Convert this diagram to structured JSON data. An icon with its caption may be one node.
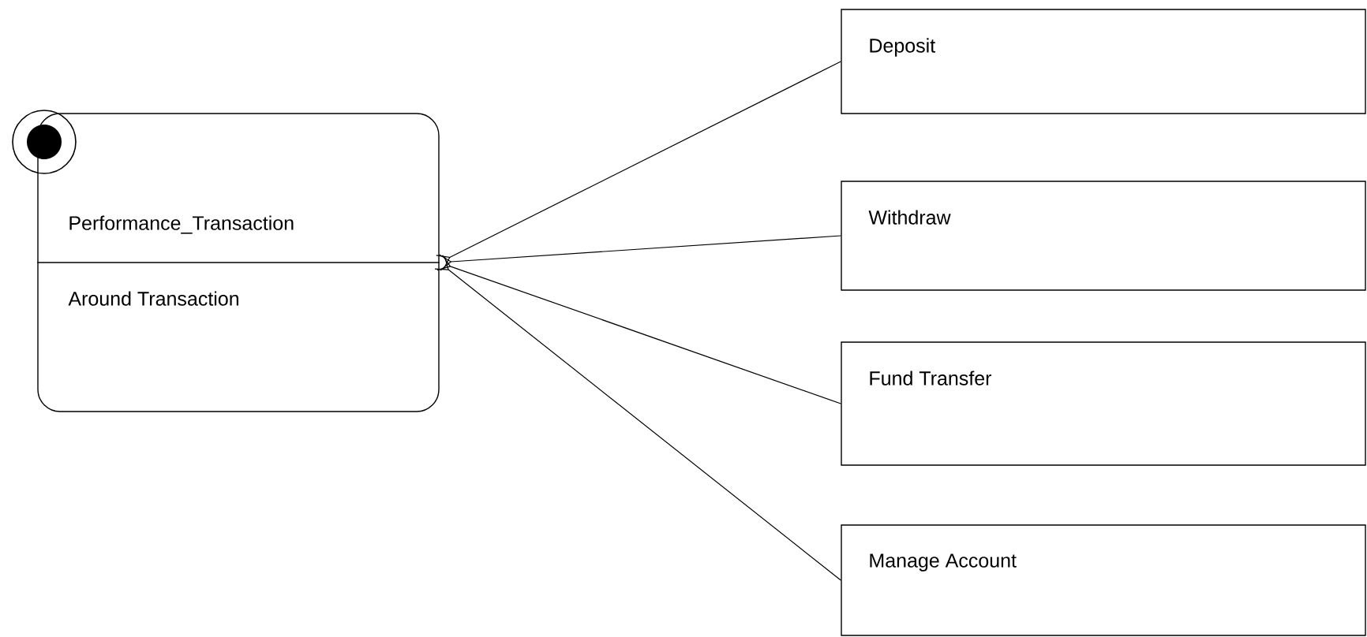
{
  "diagram": {
    "nodes": [
      {
        "text": [],
        "shape": "circle"
      },
      {
        "text": [
          "Performance_Transaction",
          "Around Transaction"
        ]
      },
      {
        "text": [
          "Deposit"
        ]
      },
      {
        "text": [
          "Withdraw"
        ]
      },
      {
        "text": [
          "Fund  Transfer"
        ]
      },
      {
        "text": [
          "Manage Account"
        ]
      }
    ],
    "edges": [
      {
        "from": 1,
        "to": 2,
        "arrow": "other"
      },
      {
        "from": 1,
        "to": 3,
        "arrow": "other"
      },
      {
        "from": 1,
        "to": 4,
        "arrow": "other"
      },
      {
        "from": 1,
        "to": 5,
        "arrow": "other"
      }
    ]
  }
}
